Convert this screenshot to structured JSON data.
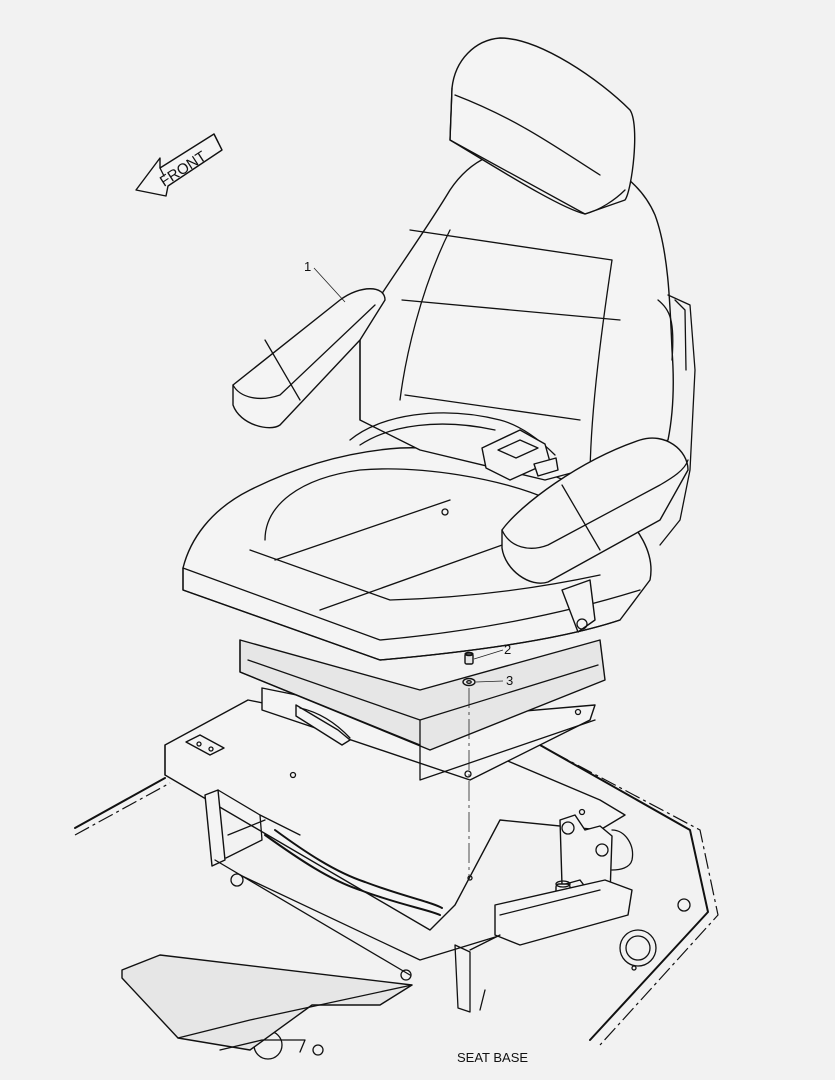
{
  "diagram": {
    "direction_label": "FRONT",
    "caption": "SEAT BASE",
    "callouts": [
      {
        "number": "1",
        "part": "seat-assembly"
      },
      {
        "number": "2",
        "part": "bolt"
      },
      {
        "number": "3",
        "part": "washer"
      }
    ],
    "line_color": "#111111",
    "background_color": "#f2f2f2"
  }
}
